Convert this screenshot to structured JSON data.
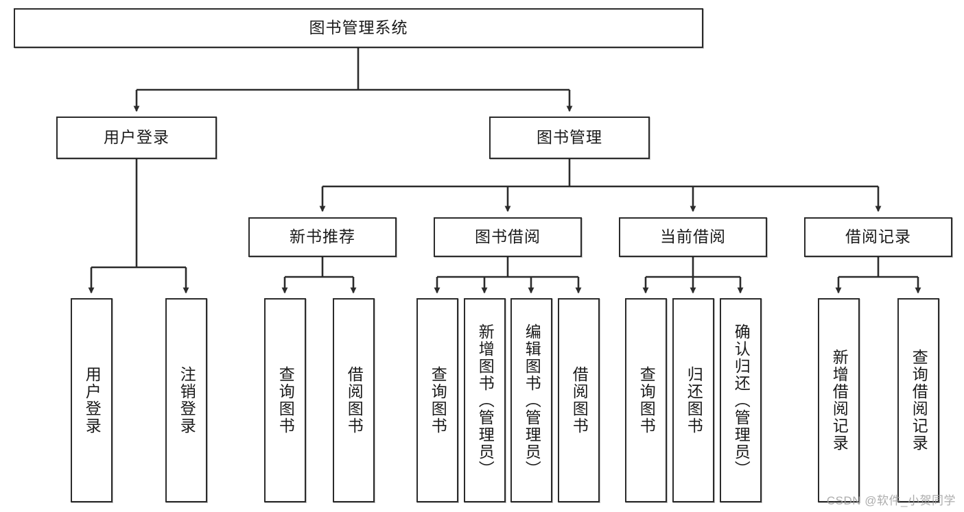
{
  "diagram": {
    "type": "tree",
    "title": "图书管理系统",
    "colors": {
      "node_border": "#2b2b2b",
      "node_fill": "#ffffff",
      "edge": "#2b2b2b",
      "text": "#1a1a1a",
      "watermark": "#9e9e9e"
    },
    "nodes": {
      "root": {
        "label": "图书管理系统"
      },
      "level2": [
        {
          "id": "user-login",
          "label": "用户登录"
        },
        {
          "id": "book-manage",
          "label": "图书管理"
        }
      ],
      "level3": [
        {
          "id": "new-book-recommend",
          "label": "新书推荐"
        },
        {
          "id": "book-borrow",
          "label": "图书借阅"
        },
        {
          "id": "current-borrow",
          "label": "当前借阅"
        },
        {
          "id": "borrow-record",
          "label": "借阅记录"
        }
      ],
      "leaves": {
        "user_login": [
          {
            "id": "leaf-user-login",
            "label": "用户登录"
          },
          {
            "id": "leaf-logout-login",
            "label": "注销登录"
          }
        ],
        "new_book_recommend": [
          {
            "id": "leaf-query-book-1",
            "label": "查询图书"
          },
          {
            "id": "leaf-borrow-book-1",
            "label": "借阅图书"
          }
        ],
        "book_borrow": [
          {
            "id": "leaf-query-book-2",
            "label": "查询图书"
          },
          {
            "id": "leaf-add-book",
            "label": "新增图书（管理员）"
          },
          {
            "id": "leaf-edit-book",
            "label": "编辑图书（管理员）"
          },
          {
            "id": "leaf-borrow-book-2",
            "label": "借阅图书"
          }
        ],
        "current_borrow": [
          {
            "id": "leaf-query-book-3",
            "label": "查询图书"
          },
          {
            "id": "leaf-return-book",
            "label": "归还图书"
          },
          {
            "id": "leaf-confirm-return",
            "label": "确认归还（管理员）"
          }
        ],
        "borrow_record": [
          {
            "id": "leaf-add-record",
            "label": "新增借阅记录"
          },
          {
            "id": "leaf-query-record",
            "label": "查询借阅记录"
          }
        ]
      }
    },
    "watermark": "CSDN @软件_小贺同学"
  }
}
